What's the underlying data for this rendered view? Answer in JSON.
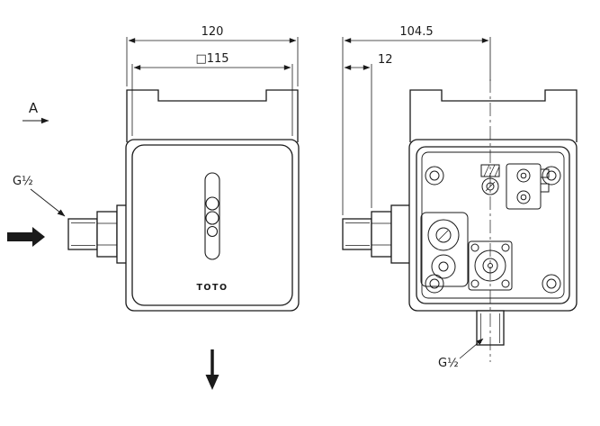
{
  "front_view": {
    "dim_overall_width": "120",
    "dim_face_square": "□115",
    "section_label": "A",
    "inlet_thread": "G½",
    "brand": "TOTO"
  },
  "rear_view": {
    "dim_overall_depth": "104.5",
    "dim_inlet_thread_length": "12",
    "outlet_thread": "G½"
  },
  "colors": {
    "line": "#1a1a1a",
    "background": "#ffffff"
  }
}
